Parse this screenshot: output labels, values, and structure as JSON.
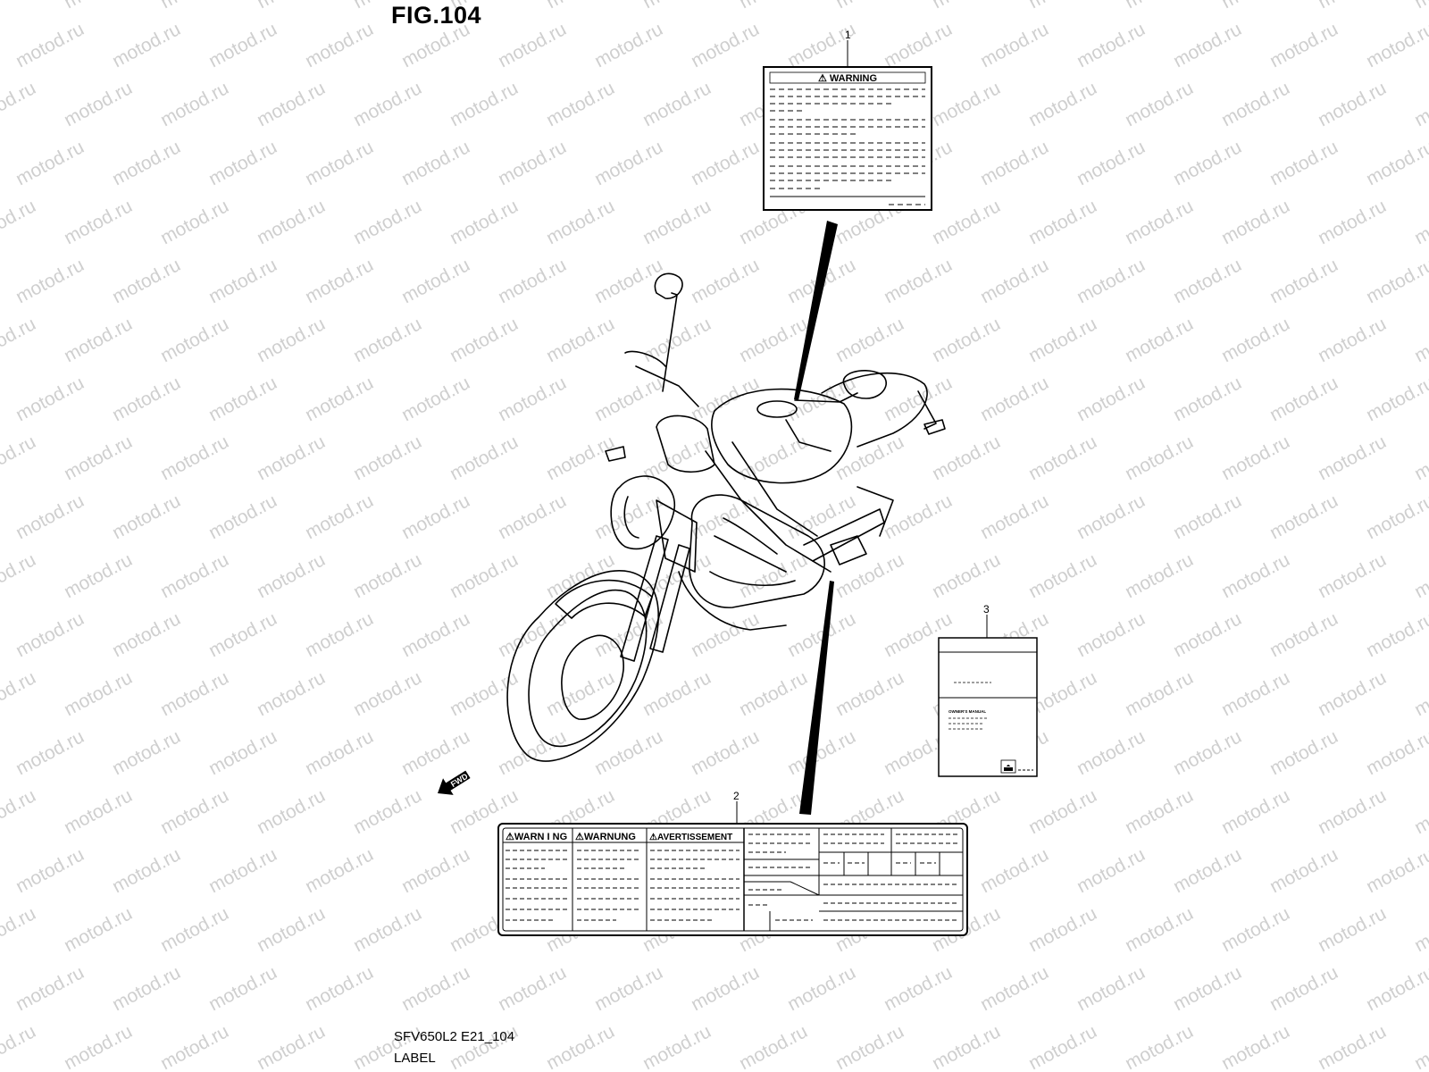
{
  "figure": {
    "title": "FIG.104",
    "model_code": "SFV650L2 E21_104",
    "name": "LABEL"
  },
  "watermark": {
    "text": "motod.ru",
    "color": "#cfcfcf"
  },
  "direction_marker": {
    "text": "FWD",
    "icon": "forward-arrow-icon"
  },
  "parts": [
    {
      "ref": "1",
      "header": "⚠ WARNING"
    },
    {
      "ref": "2",
      "headers": [
        "⚠WARN I NG",
        "⚠WARNUNG",
        "⚠AVERTISSEMENT"
      ]
    },
    {
      "ref": "3",
      "header": "OWNER'S MANUAL"
    }
  ]
}
